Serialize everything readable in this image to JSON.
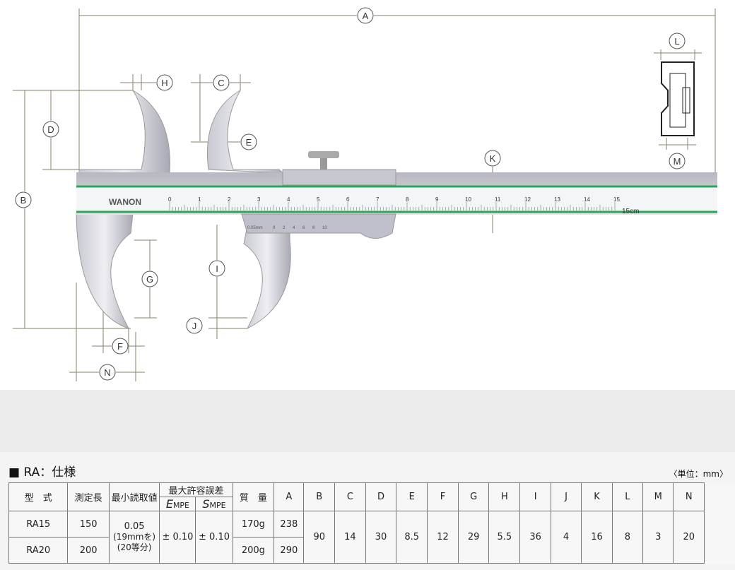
{
  "diagram": {
    "labels": [
      "A",
      "B",
      "C",
      "D",
      "E",
      "F",
      "G",
      "H",
      "I",
      "J",
      "K",
      "L",
      "M",
      "N"
    ],
    "brand": "WANON",
    "main_scale": [
      "0",
      "1",
      "2",
      "3",
      "4",
      "5",
      "6",
      "7",
      "8",
      "9",
      "10",
      "11",
      "12",
      "13",
      "14",
      "15"
    ],
    "scale_unit": "15cm",
    "vernier": [
      "0.05mm",
      "0",
      "2",
      "4",
      "6",
      "8",
      "10"
    ]
  },
  "spec": {
    "title": "■ RA：仕様",
    "unit": "〈単位：mm〉",
    "headers": {
      "model": "型　式",
      "length": "測定長",
      "resolution": "最小読取値",
      "mpe": "最大許容誤差",
      "e_mpe_italic": "E",
      "e_mpe": "MPE",
      "s_mpe_italic": "S",
      "s_mpe": "MPE",
      "mass": "質　量",
      "dims": [
        "A",
        "B",
        "C",
        "D",
        "E",
        "F",
        "G",
        "H",
        "I",
        "J",
        "K",
        "L",
        "M",
        "N"
      ]
    },
    "rows": [
      {
        "model": "RA15",
        "length": "150",
        "mass": "170g",
        "A": "238"
      },
      {
        "model": "RA20",
        "length": "200",
        "mass": "200g",
        "A": "290"
      }
    ],
    "shared": {
      "resolution": "0.05",
      "resolution_note_1": "19mmを",
      "resolution_note_2": "20等分",
      "e_mpe": "± 0.10",
      "s_mpe": "± 0.10",
      "dims": [
        "90",
        "14",
        "30",
        "8.5",
        "12",
        "29",
        "5.5",
        "36",
        "4",
        "16",
        "8",
        "3",
        "20"
      ]
    }
  }
}
